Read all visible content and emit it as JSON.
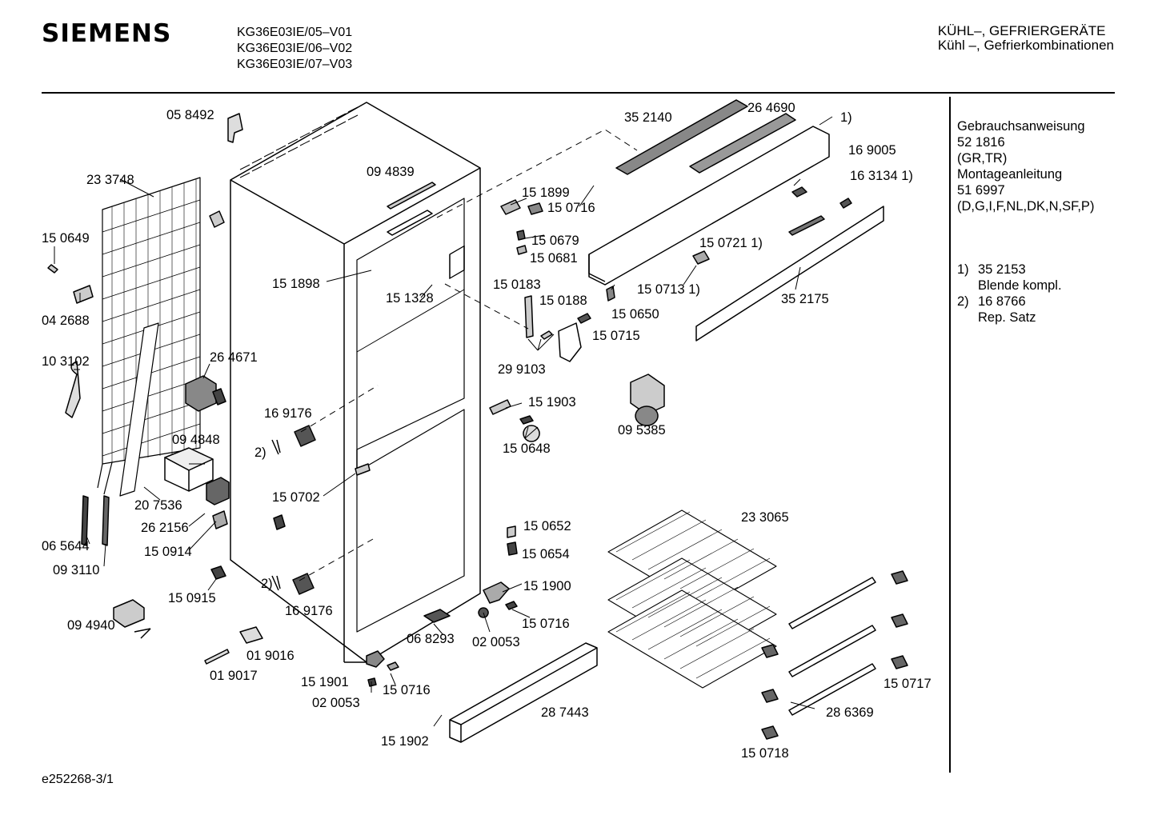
{
  "header": {
    "brand": "SIEMENS",
    "models": [
      "KG36E03IE/05–V01",
      "KG36E03IE/06–V02",
      "KG36E03IE/07–V03"
    ],
    "category_line1": "KÜHL–, GEFRIERGERÄTE",
    "category_line2": "Kühl –, Gefrierkombinationen"
  },
  "sidebar": {
    "lines": [
      "Gebrauchsanweisung",
      "52 1816",
      "(GR,TR)",
      "Montageanleitung",
      "51 6997",
      "(D,G,I,F,NL,DK,N,SF,P)"
    ],
    "notes": [
      {
        "num": "1)",
        "code": "35 2153",
        "desc": "Blende kompl."
      },
      {
        "num": "2)",
        "code": "16 8766",
        "desc": "Rep. Satz"
      }
    ]
  },
  "footer": {
    "doc_id": "e252268-3/1"
  },
  "parts": [
    "05 8492",
    "23 3748",
    "15 0649",
    "04 2688",
    "10 3102",
    "26 4671",
    "09 4848",
    "20 7536",
    "26 2156",
    "15 0914",
    "06 5644",
    "09 3110",
    "15 0915",
    "09 4940",
    "01 9016",
    "01 9017",
    "15 1901",
    "02 0053",
    "15 0716",
    "09 4839",
    "15 1898",
    "15 1328",
    "16 9176",
    "2)",
    "15 0702",
    "2)",
    "16 9176",
    "06 8293",
    "35 2140",
    "26 4690",
    "1)",
    "16 9005",
    "16 3134 1)",
    "15 1899",
    "15 0716",
    "15 0679",
    "15 0681",
    "15 0721 1)",
    "15 0713 1)",
    "15 0650",
    "35 2175",
    "15 0183",
    "15 0188",
    "15 0715",
    "29 9103",
    "15 1903",
    "15 0648",
    "09 5385",
    "15 0652",
    "15 0654",
    "15 1900",
    "15 0716",
    "02 0053",
    "23 3065",
    "28 7443",
    "15 1902",
    "15 0717",
    "28 6369",
    "15 0718"
  ]
}
